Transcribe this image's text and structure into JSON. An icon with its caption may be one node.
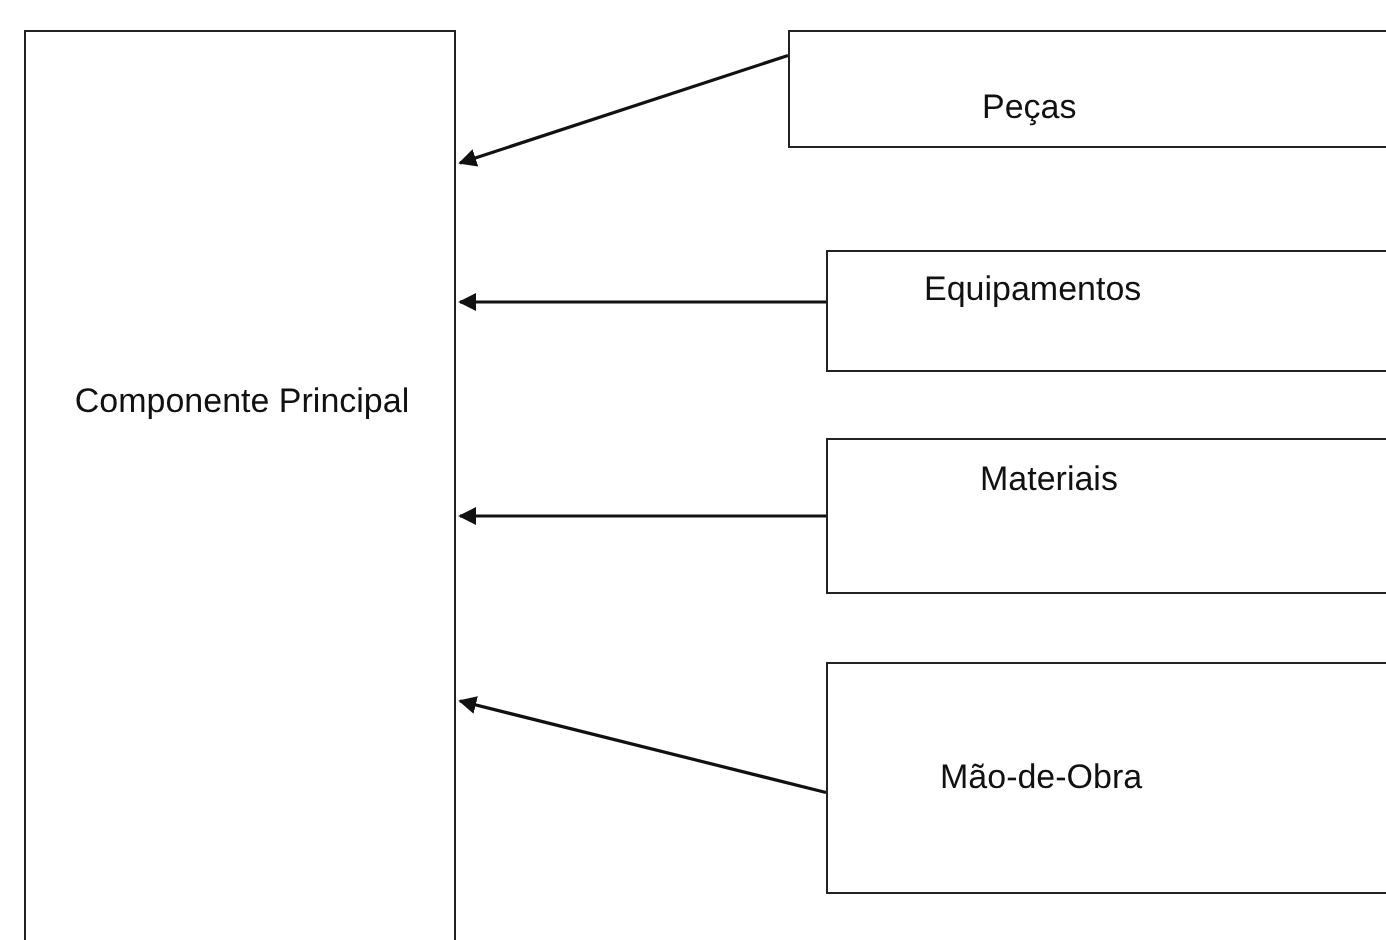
{
  "diagram": {
    "nodes": [
      {
        "text": [
          "Componente Principal"
        ]
      },
      {
        "text": [
          "Peças"
        ]
      },
      {
        "text": [
          "Equipamentos"
        ]
      },
      {
        "text": [
          "Materiais"
        ]
      },
      {
        "text": [
          "Mão-de-Obra"
        ]
      }
    ],
    "edges": [
      {
        "from": 1,
        "to": 0,
        "arrow": "to"
      },
      {
        "from": 2,
        "to": 0,
        "arrow": "to"
      },
      {
        "from": 3,
        "to": 0,
        "arrow": "to"
      },
      {
        "from": 4,
        "to": 0,
        "arrow": "to"
      }
    ]
  }
}
